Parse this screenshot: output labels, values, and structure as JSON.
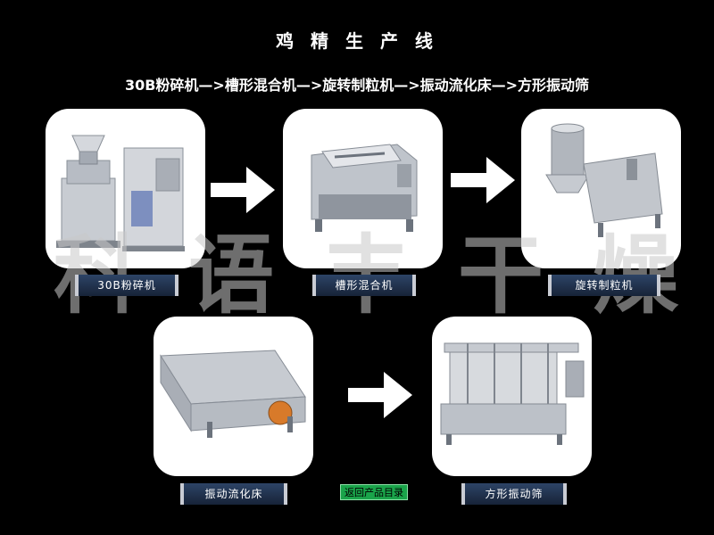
{
  "page": {
    "title": "鸡 精 生 产 线",
    "flow_text": "30B粉碎机—>槽形混合机—>旋转制粒机—>振动流化床—>方形振动筛"
  },
  "machines": [
    {
      "label": "30B粉碎机"
    },
    {
      "label": "槽形混合机"
    },
    {
      "label": "旋转制粒机"
    },
    {
      "label": "振动流化床"
    },
    {
      "label": "方形振动筛"
    }
  ],
  "watermark": {
    "chars": [
      "科",
      "语",
      "丰",
      "干",
      "燥"
    ]
  },
  "nav": {
    "back_label": "返回产品目录"
  },
  "colors": {
    "background": "#000000",
    "card": "#ffffff",
    "label_bg": "#22334f",
    "back_button": "#1aa44a"
  }
}
